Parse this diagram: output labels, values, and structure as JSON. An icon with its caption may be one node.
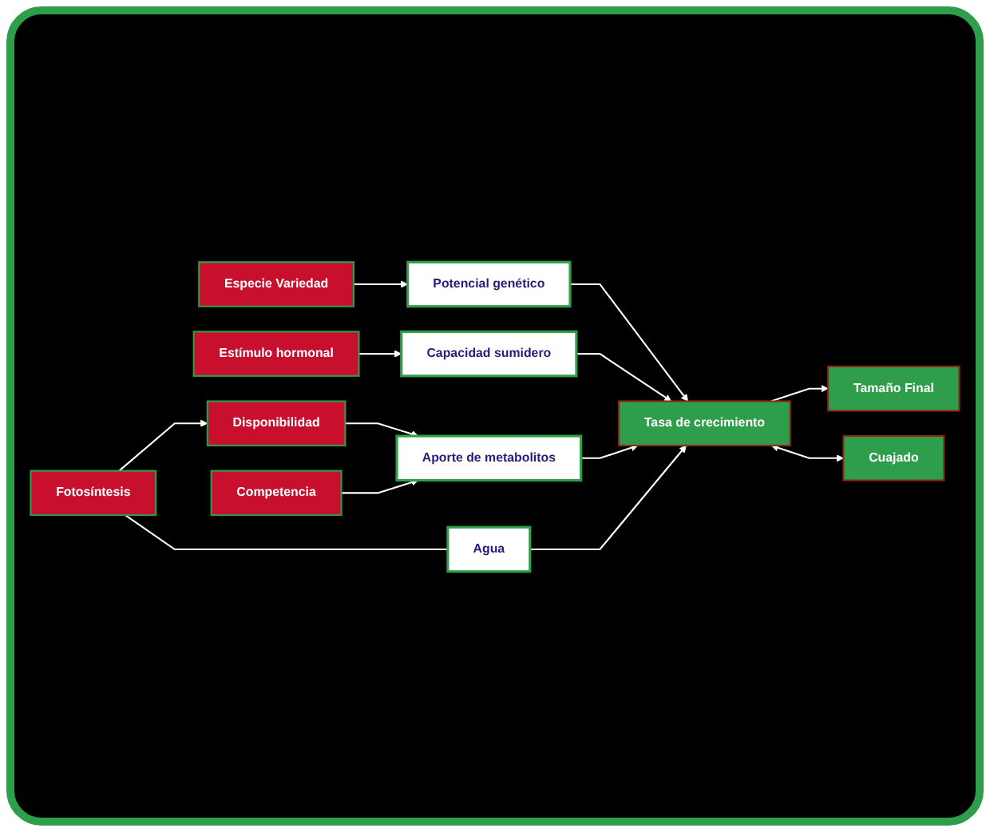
{
  "diagram": {
    "nodes": [
      {
        "text": [
          "Especie Variedad"
        ]
      },
      {
        "text": [
          "Potencial genético"
        ]
      },
      {
        "text": [
          "Cuajado"
        ]
      },
      {
        "text": [
          "Estímulo hormonal"
        ]
      },
      {
        "text": [
          "Capacidad sumidero"
        ]
      },
      {
        "text": [
          "Tasa de crecimiento"
        ]
      },
      {
        "text": [
          "Tamaño Final"
        ]
      },
      {
        "text": [
          "Fotosíntesis"
        ]
      },
      {
        "text": [
          "Aporte de metabolitos"
        ]
      },
      {
        "text": [
          "Agua"
        ]
      },
      {
        "text": [
          "Disponibilidad"
        ]
      },
      {
        "text": [
          "Competencia"
        ]
      }
    ],
    "edges": [
      {
        "from": 0,
        "to": 1,
        "arrow": "to"
      },
      {
        "from": 3,
        "to": 4,
        "arrow": "to"
      },
      {
        "from": 1,
        "to": 5,
        "arrow": "to"
      },
      {
        "from": 4,
        "to": 5,
        "arrow": "to"
      },
      {
        "from": 8,
        "to": 5,
        "arrow": "to"
      },
      {
        "from": 5,
        "to": 6,
        "arrow": "to"
      },
      {
        "from": 5,
        "to": 2,
        "arrow": "both"
      },
      {
        "from": 9,
        "to": 5,
        "arrow": "to"
      },
      {
        "from": 7,
        "to": 10,
        "arrow": "to"
      },
      {
        "from": 10,
        "to": 8,
        "arrow": "to"
      },
      {
        "from": 11,
        "to": 8,
        "arrow": "to"
      },
      {
        "from": 7,
        "to": 9,
        "arrow": "none"
      }
    ]
  }
}
